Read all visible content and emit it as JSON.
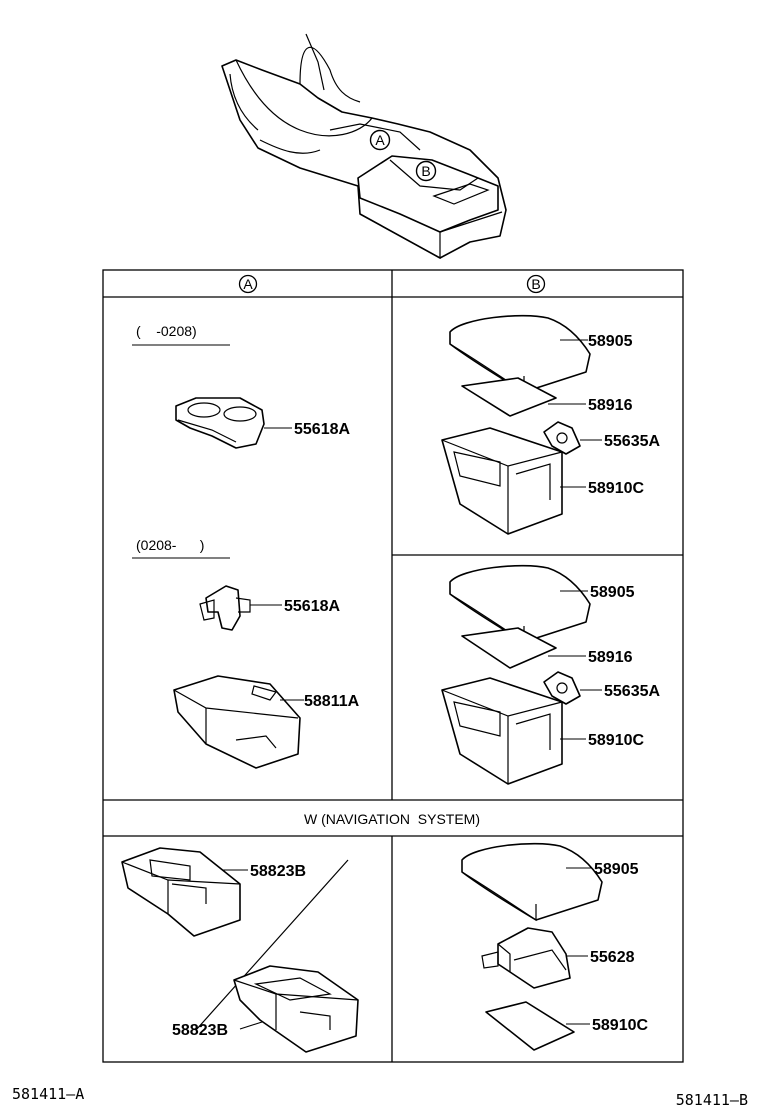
{
  "diagram": {
    "overview_markers": [
      "A",
      "B"
    ],
    "columns": {
      "left_header": "A",
      "right_header": "B"
    },
    "sections": {
      "a_early_range": "(    -0208)",
      "a_late_range": "(0208-      )",
      "nav_title": "W (NAVIGATION  SYSTEM)"
    },
    "parts": {
      "a1": "55618A",
      "a2": "55618A",
      "a3": "58811A",
      "b1_lid": "58905",
      "b1_pad": "58916",
      "b1_clip": "55635A",
      "b1_box": "58910C",
      "b2_lid": "58905",
      "b2_pad": "58916",
      "b2_clip": "55635A",
      "b2_box": "58910C",
      "n_left_top": "58823B",
      "n_left_bottom": "58823B",
      "n_right_lid": "58905",
      "n_right_bracket": "55628",
      "n_right_pad": "58910C"
    },
    "footer": {
      "left_code": "581411–A",
      "right_code": "581411–B"
    }
  }
}
